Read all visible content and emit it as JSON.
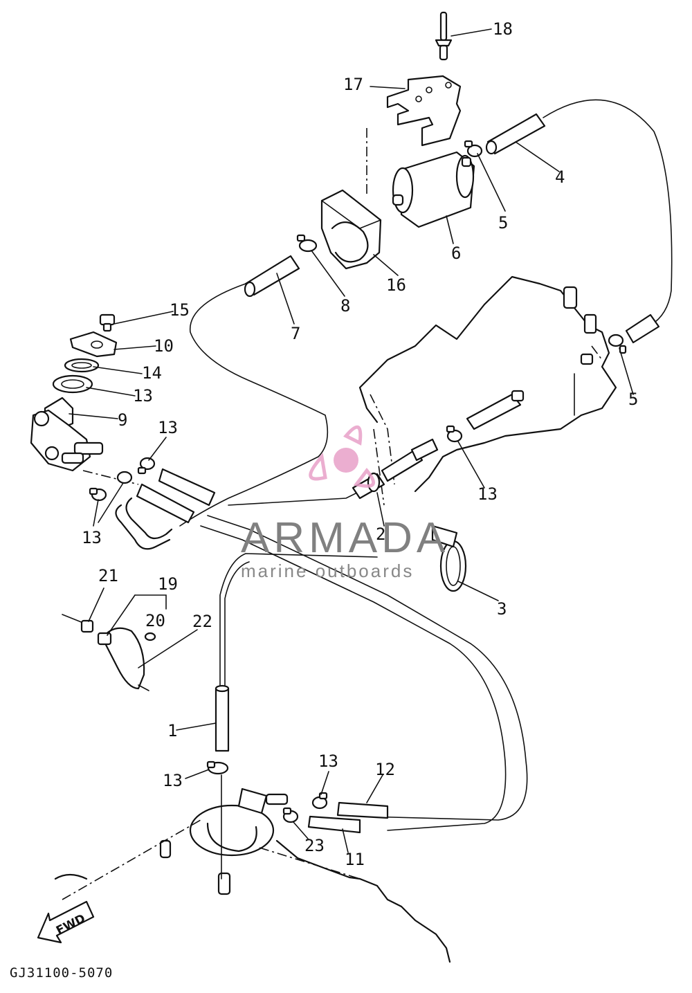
{
  "diagram": {
    "part_callouts": [
      "1",
      "2",
      "3",
      "4",
      "5",
      "5",
      "6",
      "7",
      "8",
      "9",
      "10",
      "11",
      "12",
      "13",
      "13",
      "13",
      "13",
      "13",
      "13",
      "14",
      "15",
      "16",
      "17",
      "18",
      "19",
      "20",
      "21",
      "22",
      "23"
    ],
    "direction_marker": "FWD",
    "drawing_code": "GJ31100-5070"
  },
  "watermark": {
    "brand": "ARMADA",
    "tagline": "marine outboards",
    "brand_color": "#808080",
    "tagline_color": "#888888",
    "logo_color": "#e8a0c8"
  }
}
